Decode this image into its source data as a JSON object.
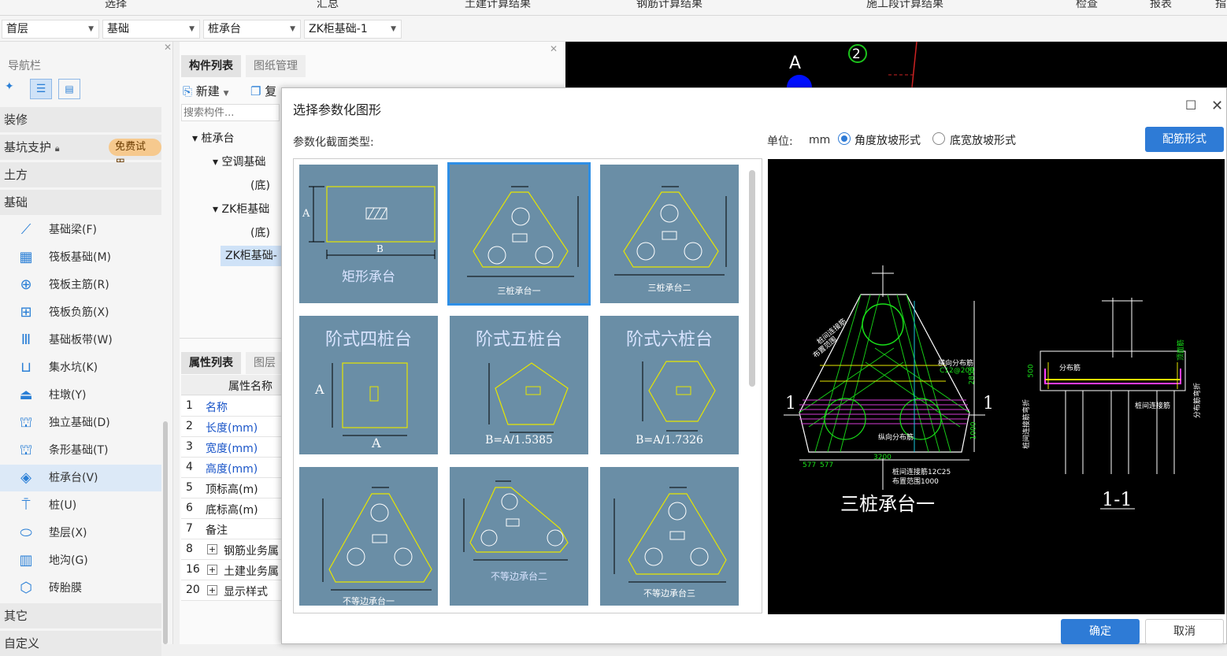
{
  "menu": {
    "items": [
      "选择",
      "汇总",
      "土建计算结果",
      "钢筋计算结果",
      "施工段计算结果",
      "检查",
      "报表",
      "指"
    ]
  },
  "dropdowns": [
    "首层",
    "基础",
    "桩承台",
    "ZK柜基础-1"
  ],
  "nav": {
    "title": "导航栏",
    "cat_zhuangxiu": "装修",
    "cat_jikeng": "基坑支护",
    "trial_badge": "免费试用",
    "cat_tufang": "土方",
    "cat_jichu": "基础",
    "items": [
      "基础梁(F)",
      "筏板基础(M)",
      "筏板主筋(R)",
      "筏板负筋(X)",
      "基础板带(W)",
      "集水坑(K)",
      "柱墩(Y)",
      "独立基础(D)",
      "条形基础(T)",
      "桩承台(V)",
      "桩(U)",
      "垫层(X)",
      "地沟(G)",
      "砖胎膜"
    ],
    "cat_qita": "其它",
    "cat_zidingyi": "自定义"
  },
  "mid": {
    "tab_components": "构件列表",
    "tab_drawings": "图纸管理",
    "new_label": "新建",
    "copy_label": "复",
    "search_placeholder": "搜索构件...",
    "tree": [
      "桩承台",
      "空调基础",
      "(底)",
      "ZK柜基础",
      "(底)",
      "ZK柜基础-"
    ],
    "prop_tab": "属性列表",
    "prop_tab2": "图层",
    "prop_header": "属性名称",
    "props": [
      {
        "n": "1",
        "name": "名称"
      },
      {
        "n": "2",
        "name": "长度(mm)"
      },
      {
        "n": "3",
        "name": "宽度(mm)"
      },
      {
        "n": "4",
        "name": "高度(mm)"
      },
      {
        "n": "5",
        "name": "顶标高(m)"
      },
      {
        "n": "6",
        "name": "底标高(m)"
      },
      {
        "n": "7",
        "name": "备注"
      },
      {
        "n": "8",
        "name": "钢筋业务属"
      },
      {
        "n": "16",
        "name": "土建业务属"
      },
      {
        "n": "20",
        "name": "显示样式"
      }
    ]
  },
  "cad": {
    "label_a": "A",
    "label_2": "2"
  },
  "dialog": {
    "title": "选择参数化图形",
    "section_label": "参数化截面类型:",
    "unit_label": "单位:",
    "unit_value": "mm",
    "radio1": "角度放坡形式",
    "radio2": "底宽放坡形式",
    "rebar_btn": "配筋形式",
    "ok_btn": "确定",
    "cancel_btn": "取消",
    "thumbs": [
      {
        "title": "矩形承台",
        "dim_a": "A",
        "dim_b": "B"
      },
      {
        "title": "三桩承台一"
      },
      {
        "title": "三桩承台二"
      },
      {
        "title": "阶式四桩台",
        "dim": "A"
      },
      {
        "title": "阶式五桩台",
        "dim": "B=A/1.5385"
      },
      {
        "title": "阶式六桩台",
        "dim": "B=A/1.7326"
      },
      {
        "title": "不等边承台一"
      },
      {
        "title": "不等边承台二"
      },
      {
        "title": "不等边承台三"
      }
    ],
    "preview": {
      "name": "三桩承台一",
      "section": "1-1",
      "mark_left": "1",
      "mark_right": "1",
      "labels": [
        "桩间连接筋",
        "布置范围",
        "横向分布筋",
        "C12@200",
        "纵向分布筋",
        "桩间连接筋12C25",
        "布置范围1000",
        "分布筋",
        "桩间连接筋",
        "顶面筋",
        "2858",
        "1000",
        "577",
        "577",
        "3200",
        "500",
        "桩间连接筋弯折",
        "分布筋弯折"
      ]
    }
  }
}
